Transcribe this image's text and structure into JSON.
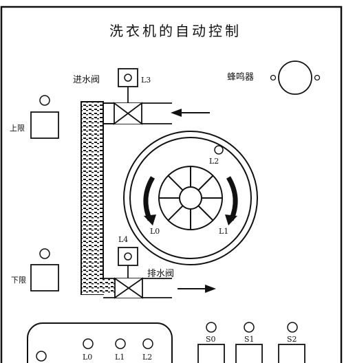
{
  "title": "洗衣机的自动控制",
  "labels": {
    "inlet_valve": "进水阀",
    "drain_valve": "排水阀",
    "buzzer": "蜂鸣器",
    "upper_limit": "上限",
    "lower_limit": "下限"
  },
  "lamp_labels": {
    "L3": "L3",
    "L4": "L4",
    "L2": "L2",
    "L0_drum": "L0",
    "L1_drum": "L1",
    "L0_panel": "L0",
    "L1_panel": "L1",
    "L2_panel": "L2"
  },
  "switch_labels": {
    "S0": "S0",
    "S1": "S1",
    "S2": "S2"
  },
  "colors": {
    "line": "#111111",
    "background": "#ffffff"
  }
}
